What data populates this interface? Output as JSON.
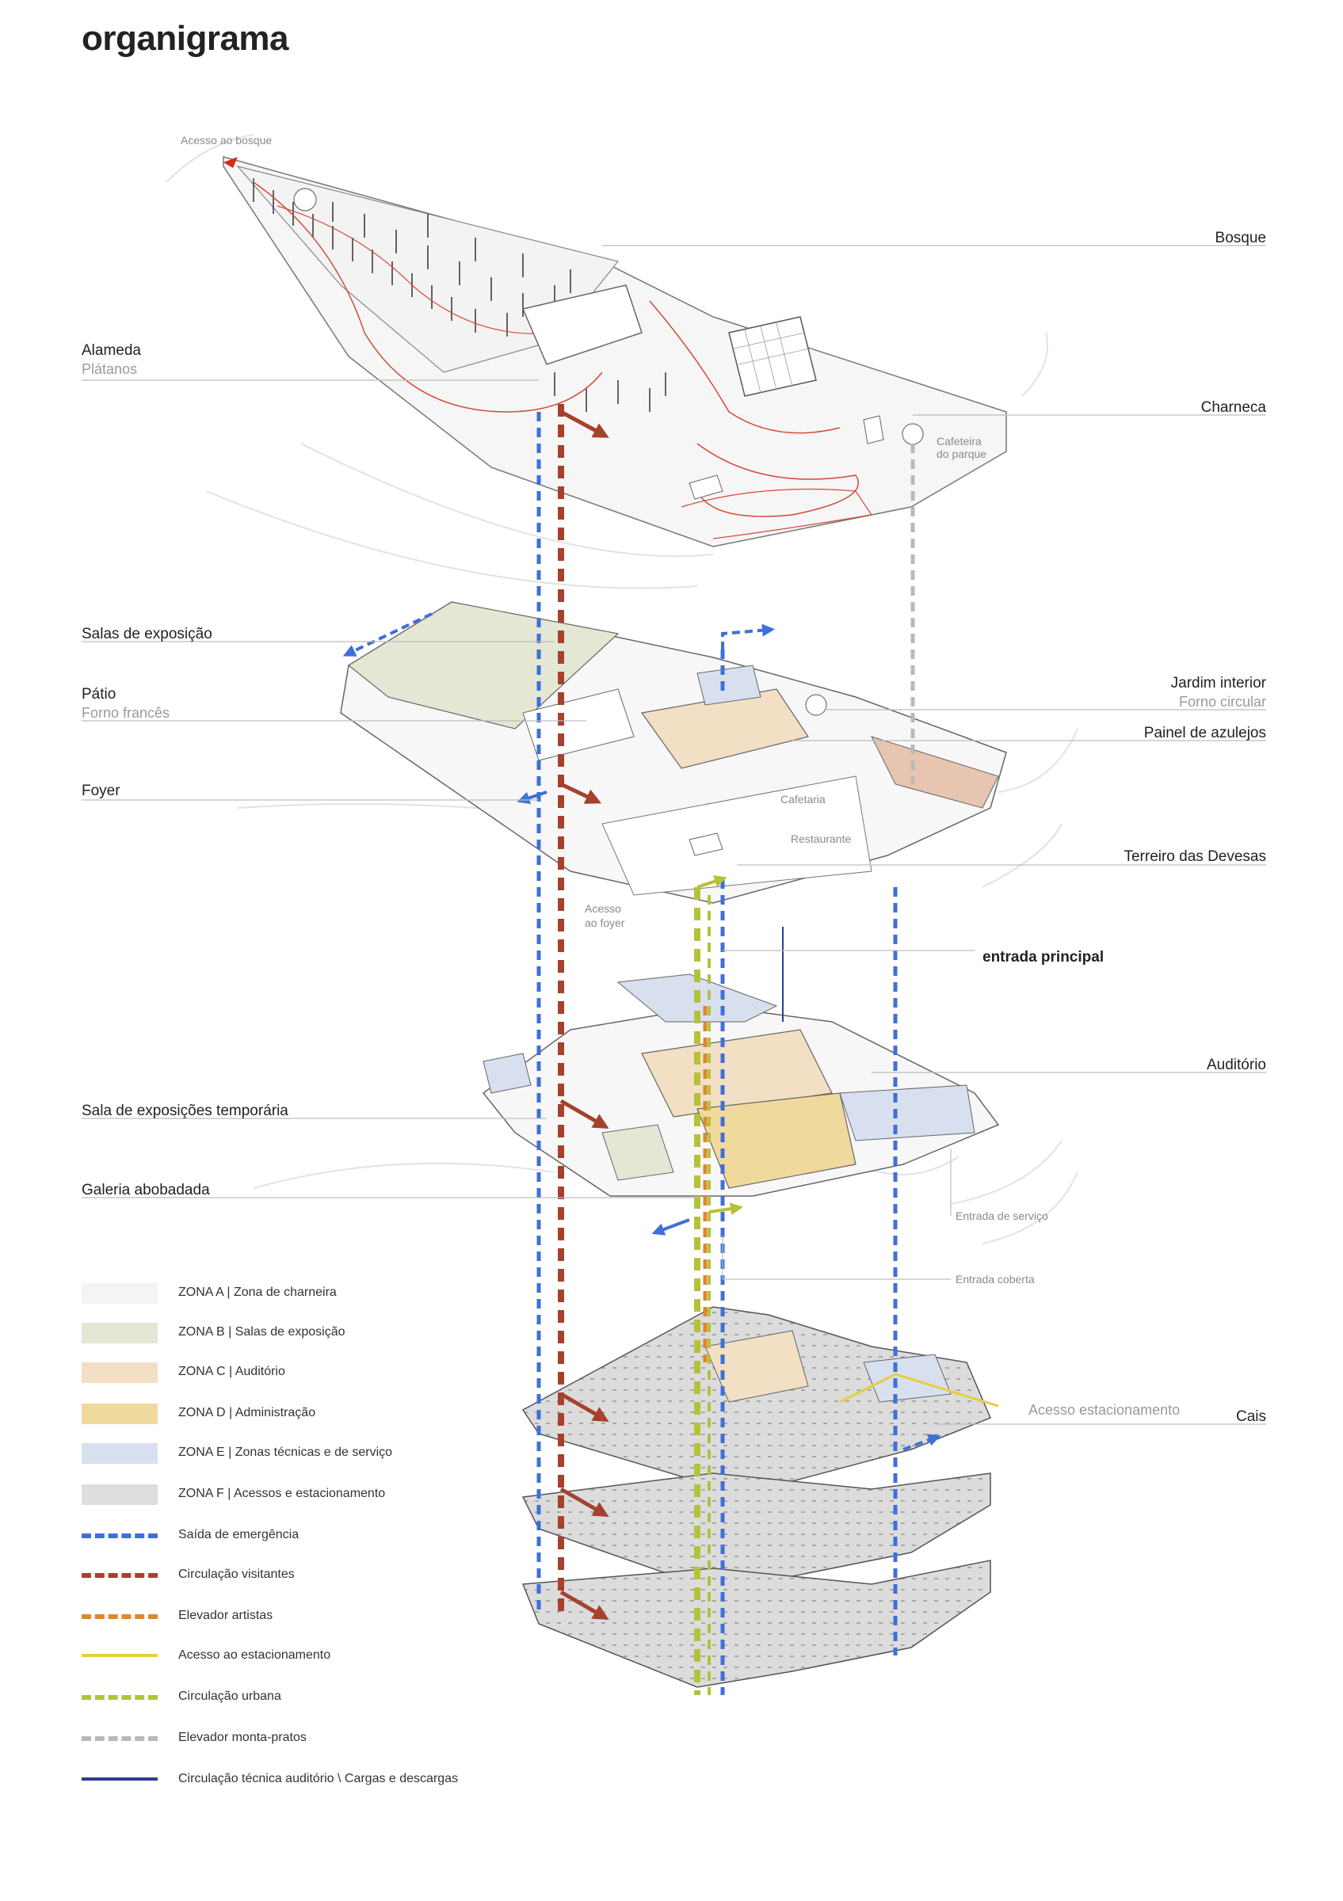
{
  "title": "organigrama",
  "labels": {
    "acesso_bosque": "Acesso ao bosque",
    "bosque": "Bosque",
    "alameda": "Alameda",
    "alameda_sub": "Plátanos",
    "charneca": "Charneca",
    "cafeteira_1": "Cafeteira",
    "cafeteira_2": "do parque",
    "salas_exposicao": "Salas de exposição",
    "patio": "Pátio",
    "patio_sub": "Forno francês",
    "jardim_interior": "Jardim interior",
    "jardim_sub": "Forno circular",
    "painel_azulejos": "Painel de azulejos",
    "foyer": "Foyer",
    "cafetaria": "Cafetaria",
    "restaurante": "Restaurante",
    "terreiro": "Terreiro das Devesas",
    "acesso_foyer_1": "Acesso",
    "acesso_foyer_2": "ao foyer",
    "entrada_principal": "entrada principal",
    "auditorio": "Auditório",
    "sala_temporaria": "Sala de exposições temporária",
    "galeria": "Galeria abobadada",
    "entrada_servico": "Entrada de serviço",
    "entrada_coberta": "Entrada coberta",
    "acesso_estacionamento": "Acesso estacionamento",
    "cais": "Cais"
  },
  "legend": [
    {
      "label": "ZONA A | Zona de charneira",
      "color": "#f4f4f4",
      "kind": "fill"
    },
    {
      "label": "ZONA B | Salas de exposição",
      "color": "#e3e7d3",
      "kind": "fill"
    },
    {
      "label": "ZONA C | Auditório",
      "color": "#f2dfc4",
      "kind": "fill"
    },
    {
      "label": "ZONA D | Administração",
      "color": "#efd99c",
      "kind": "fill"
    },
    {
      "label": "ZONA E | Zonas técnicas e de serviço",
      "color": "#d8e0f0",
      "kind": "fill"
    },
    {
      "label": "ZONA F | Acessos e estacionamento",
      "color": "#dedede",
      "kind": "fill"
    },
    {
      "label": "Saída de emergência",
      "color": "#3f6fd8",
      "kind": "dashed"
    },
    {
      "label": "Circulação visitantes",
      "color": "#a5412d",
      "kind": "dashed"
    },
    {
      "label": "Elevador artistas",
      "color": "#e0862f",
      "kind": "dashed"
    },
    {
      "label": "Acesso ao estacionamento",
      "color": "#e5cf3c",
      "kind": "solid"
    },
    {
      "label": "Circulação urbana",
      "color": "#b3c23a",
      "kind": "dashed"
    },
    {
      "label": "Elevador monta-pratos",
      "color": "#b9b9b9",
      "kind": "dashed"
    },
    {
      "label": "Circulação técnica auditório \\ Cargas e descargas",
      "color": "#2b3f8f",
      "kind": "solid"
    }
  ]
}
